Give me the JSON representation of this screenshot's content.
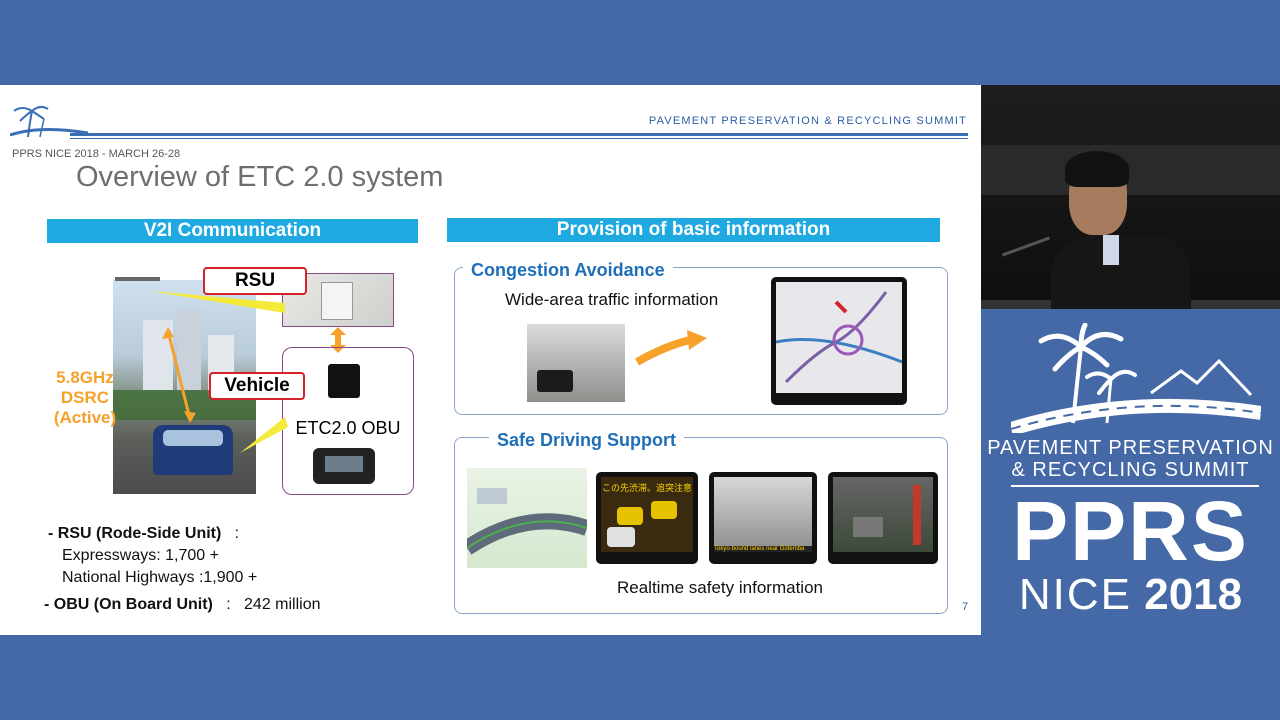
{
  "slide": {
    "header_summit": "PAVEMENT PRESERVATION & RECYCLING SUMMIT",
    "event_line": "PPRS NICE 2018 - MARCH 26-28",
    "title": "Overview of ETC 2.0 system",
    "page_number": "7",
    "left_section": {
      "header": "V2I Communication",
      "rsu_label": "RSU",
      "vehicle_label": "Vehicle",
      "obu_label": "ETC2.0 OBU",
      "dsrc_line1": "5.8GHz DSRC",
      "dsrc_line2": "(Active)",
      "list": [
        {
          "text": "- RSU (Rode-Side Unit)",
          "suffix": ":"
        },
        {
          "text": "Expressways: 1,700 +"
        },
        {
          "text": "National Highways :1,900 +"
        },
        {
          "text": "- OBU (On Board Unit)",
          "suffix": ":",
          "value": "242 million"
        }
      ]
    },
    "right_section": {
      "header": "Provision of basic information",
      "congestion": {
        "title": "Congestion Avoidance",
        "caption": "Wide-area traffic information"
      },
      "safe_driving": {
        "title": "Safe Driving Support",
        "caption": "Realtime safety information",
        "screen1_text": "この先渋滞。追突注意",
        "screen2_text": "Tokyo-bound lanes near Gotemba"
      }
    }
  },
  "logo": {
    "line1": "PAVEMENT PRESERVATION",
    "line2": "& RECYCLING SUMMIT",
    "big": "PPRS",
    "city": "NICE",
    "year": "2018"
  },
  "colors": {
    "background": "#4569a6",
    "section_bar": "#1ea9e1",
    "accent_blue": "#1f6fb8",
    "dsrc_orange": "#f5a12a",
    "label_red": "#d4212a"
  }
}
